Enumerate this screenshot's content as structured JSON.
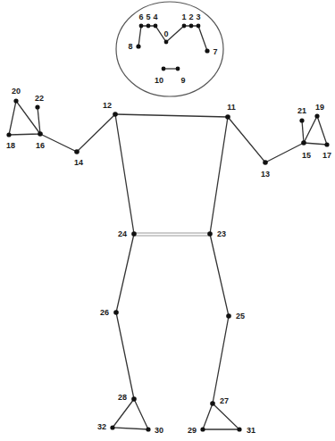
{
  "diagram": {
    "labels": [
      "6",
      "5",
      "4",
      "1",
      "2",
      "3",
      "0",
      "8",
      "7",
      "10",
      "9",
      "20",
      "22",
      "21",
      "19",
      "12",
      "11",
      "16",
      "18",
      "14",
      "15",
      "17",
      "13",
      "24",
      "23",
      "26",
      "25",
      "28",
      "27",
      "32",
      "30",
      "29",
      "31"
    ]
  }
}
